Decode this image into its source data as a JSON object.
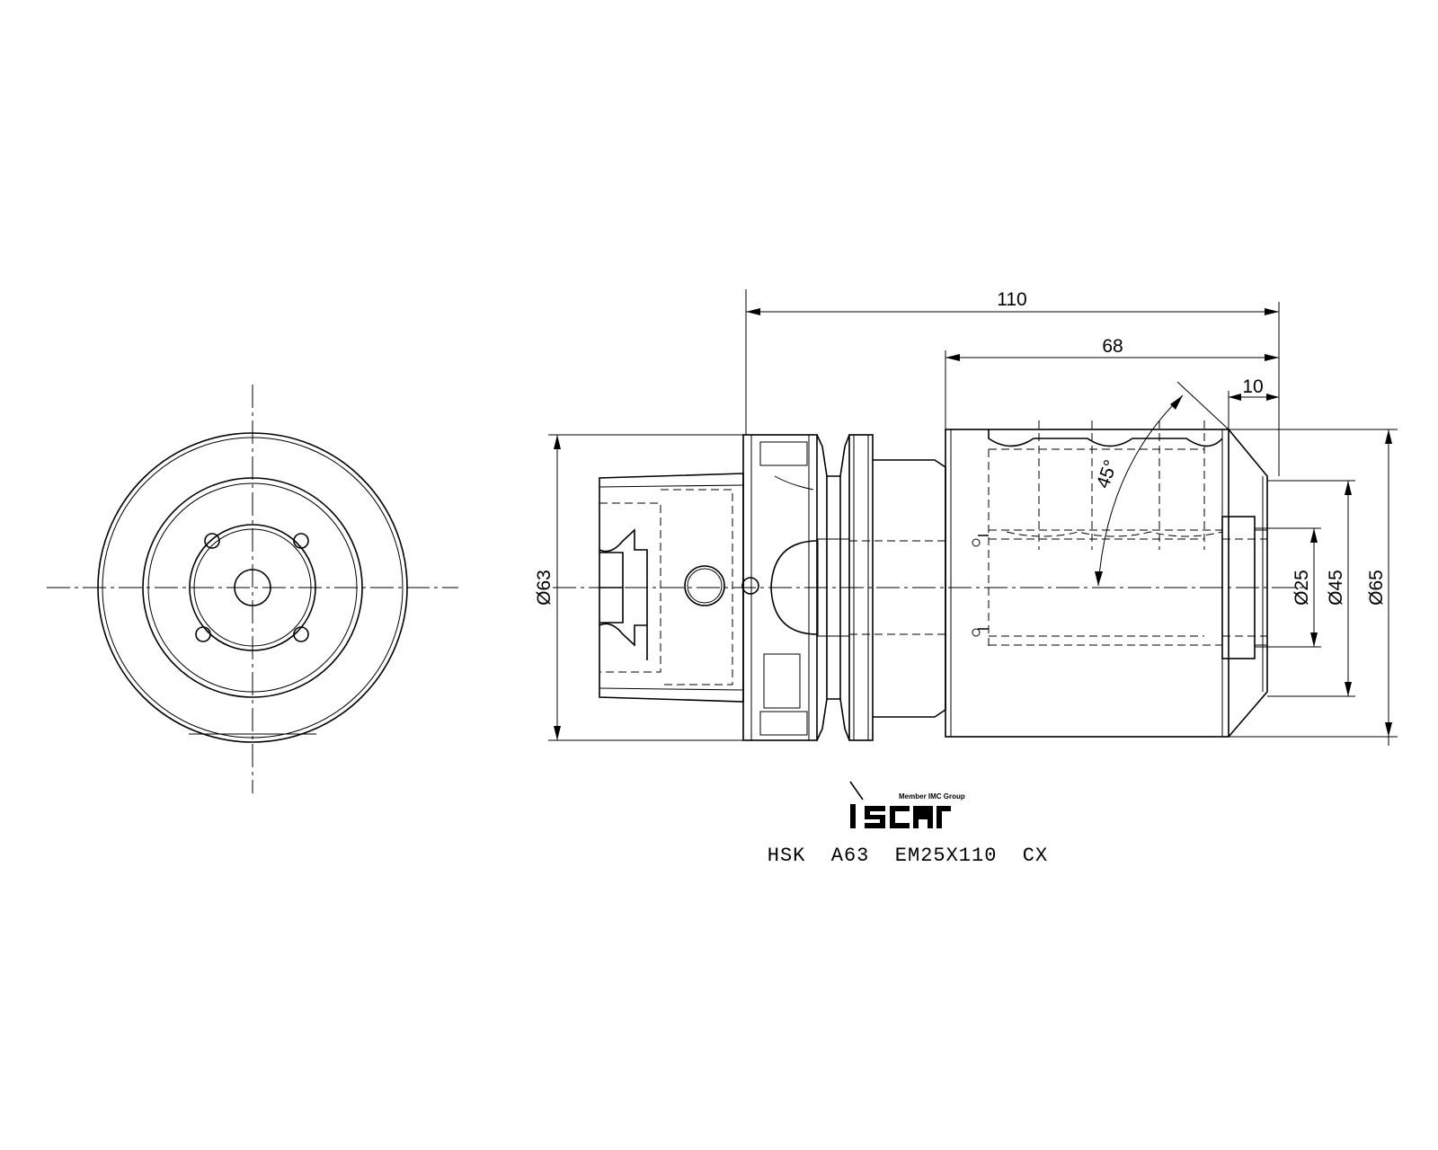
{
  "dimensions": {
    "overall_length": "110",
    "clamping_length": "68",
    "chamfer_length": "10",
    "angle": "45°",
    "flange_diameter": "Ø63",
    "body_diameter": "Ø65",
    "nose_diameter": "Ø45",
    "bore_diameter": "Ø25"
  },
  "logo": {
    "tagline": "Member IMC Group",
    "brand": "iscar"
  },
  "designation": "HSK  A63  EM25X110  CX"
}
